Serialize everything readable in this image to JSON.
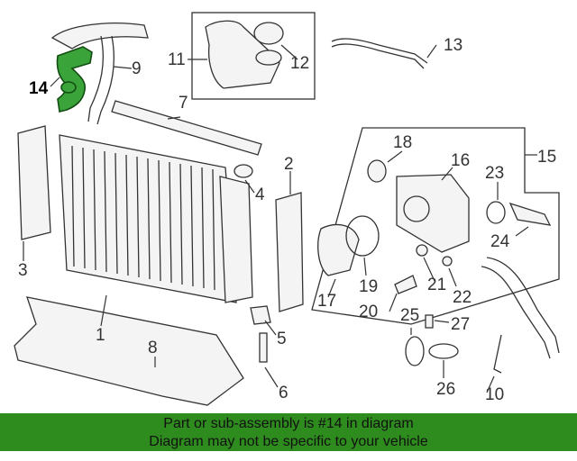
{
  "callouts": {
    "c1": "1",
    "c2": "2",
    "c3": "3",
    "c4": "4",
    "c5": "5",
    "c6": "6",
    "c7": "7",
    "c8": "8",
    "c9": "9",
    "c10": "10",
    "c11": "11",
    "c12": "12",
    "c13": "13",
    "c14": "14",
    "c15": "15",
    "c16": "16",
    "c17": "17",
    "c18": "18",
    "c19": "19",
    "c20": "20",
    "c21": "21",
    "c22": "22",
    "c23": "23",
    "c24": "24",
    "c25": "25",
    "c26": "26",
    "c27": "27"
  },
  "highlight": {
    "part_number": "14",
    "color": "#3aa33a"
  },
  "banner": {
    "line1": "Part or sub-assembly is #14 in diagram",
    "line2": "Diagram may not be specific to your vehicle",
    "background": "#2e8b1e"
  }
}
